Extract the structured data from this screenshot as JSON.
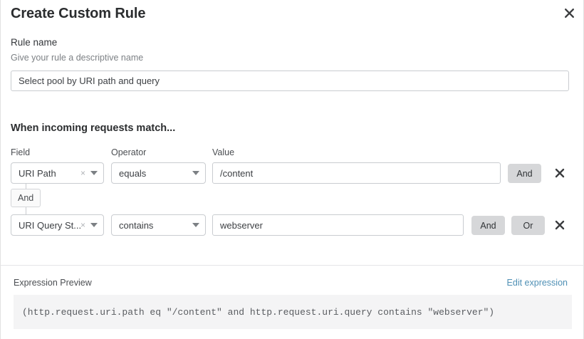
{
  "modal": {
    "title": "Create Custom Rule",
    "close_icon": "close-icon"
  },
  "rule_name": {
    "label": "Rule name",
    "help": "Give your rule a descriptive name",
    "value": "Select pool by URI path and query",
    "placeholder": "Rule name"
  },
  "conditions": {
    "heading": "When incoming requests match...",
    "columns": {
      "field": "Field",
      "operator": "Operator",
      "value": "Value"
    },
    "connector": {
      "label": "And"
    },
    "rows": [
      {
        "field": "URI Path",
        "field_clear_icon": "×",
        "operator": "equals",
        "value": "/content",
        "value_placeholder": "Enter value",
        "and_label": "And",
        "or_label": "",
        "remove_icon": "remove-icon"
      },
      {
        "field": "URI Query St...",
        "field_clear_icon": "×",
        "operator": "contains",
        "value": "webserver",
        "value_placeholder": "Enter value",
        "and_label": "And",
        "or_label": "Or",
        "remove_icon": "remove-icon"
      }
    ]
  },
  "expression": {
    "label": "Expression Preview",
    "edit_link": "Edit expression",
    "code": "(http.request.uri.path eq \"/content\" and http.request.uri.query contains \"webserver\")"
  },
  "colors": {
    "link": "#4f90b5",
    "button_gray": "#d6d7d9",
    "border": "#c9ccd0",
    "code_bg": "#f4f4f5"
  }
}
